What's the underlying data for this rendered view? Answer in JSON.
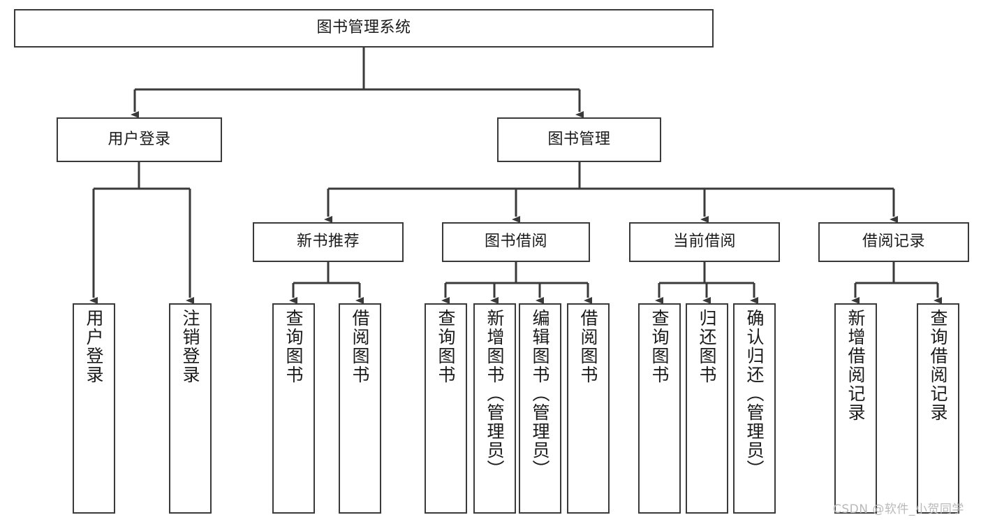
{
  "diagram": {
    "title": "图书管理系统",
    "type": "hierarchy-tree",
    "orientation": "top-down",
    "line_color": "#3a3a3a",
    "box_fill": "#ffffff",
    "text_color": "#1a1a1a",
    "levels": 4,
    "nodes": {
      "root": {
        "label": "图书管理系统"
      },
      "level2": [
        {
          "label": "用户登录"
        },
        {
          "label": "图书管理"
        }
      ],
      "level3": [
        {
          "label": "新书推荐"
        },
        {
          "label": "图书借阅"
        },
        {
          "label": "当前借阅"
        },
        {
          "label": "借阅记录"
        }
      ],
      "leaves_user_login": [
        {
          "label": "用户登录"
        },
        {
          "label": "注销登录"
        }
      ],
      "leaves_new_book": [
        {
          "label": "查询图书"
        },
        {
          "label": "借阅图书"
        }
      ],
      "leaves_borrow": [
        {
          "label": "查询图书"
        },
        {
          "label": "新增图书（管理员）"
        },
        {
          "label": "编辑图书（管理员）"
        },
        {
          "label": "借阅图书"
        }
      ],
      "leaves_current": [
        {
          "label": "查询图书"
        },
        {
          "label": "归还图书"
        },
        {
          "label": "确认归还（管理员）"
        }
      ],
      "leaves_records": [
        {
          "label": "新增借阅记录"
        },
        {
          "label": "查询借阅记录"
        }
      ]
    }
  },
  "watermark": {
    "text": "CSDN @软件_小贺同学"
  }
}
